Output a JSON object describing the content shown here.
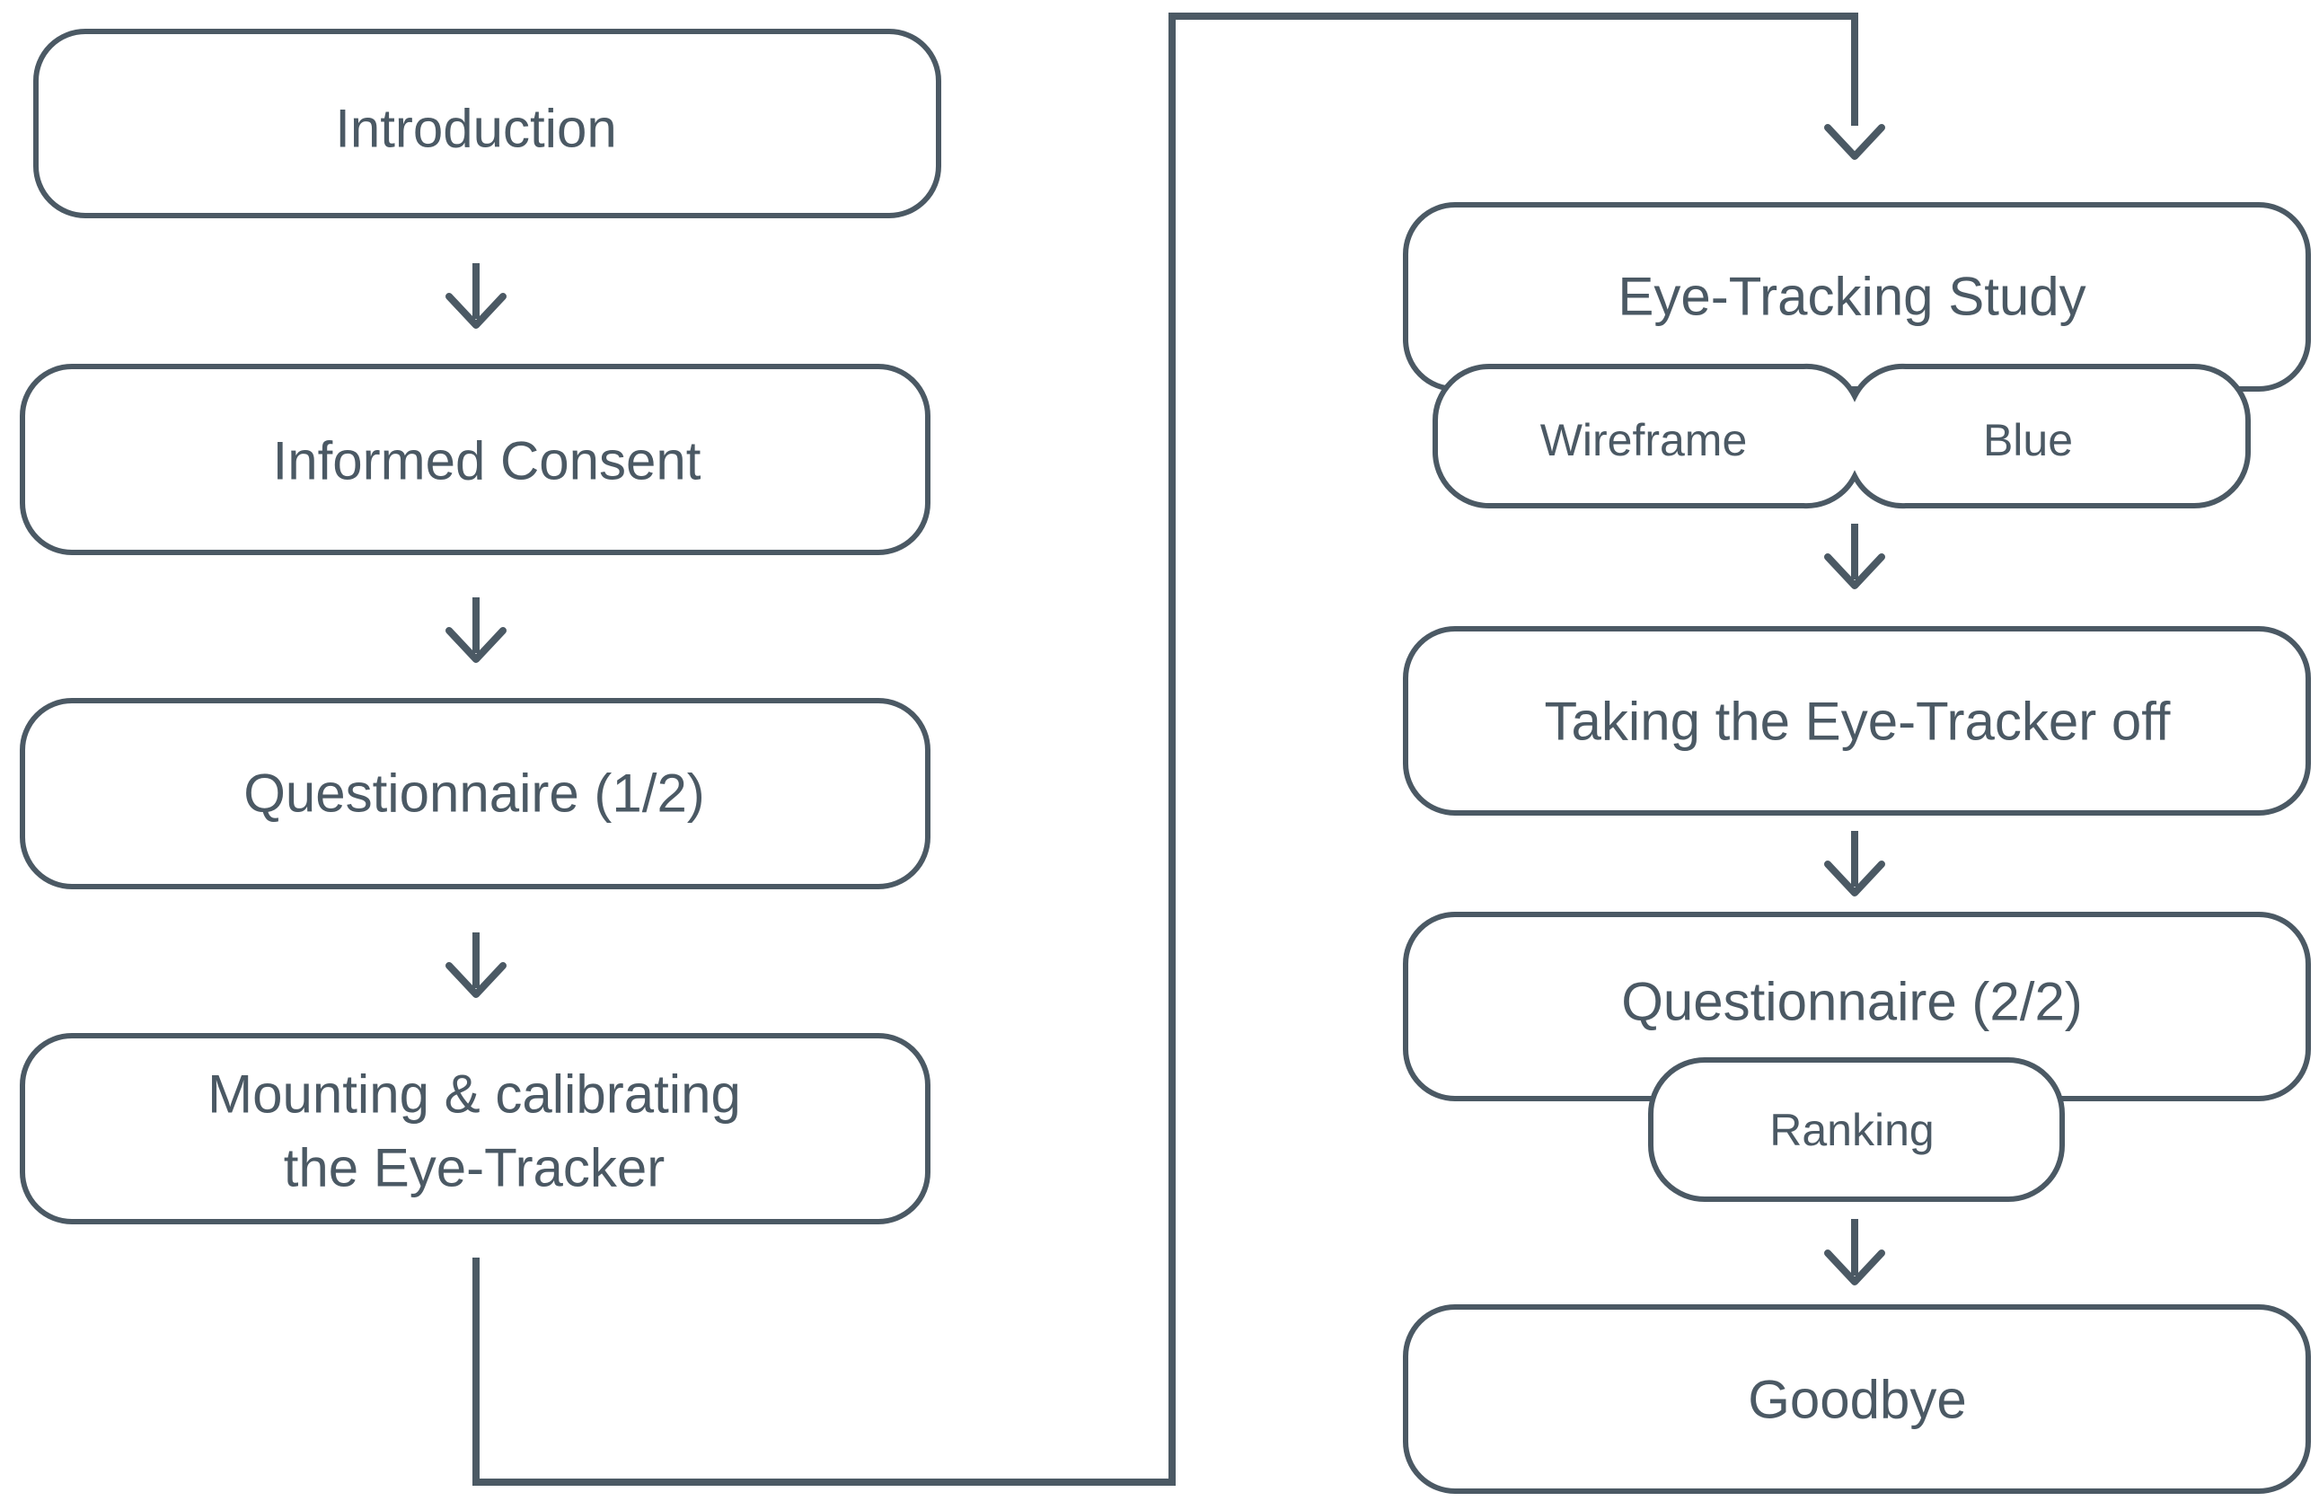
{
  "colors": {
    "stroke": "#4b5964",
    "text": "#4b5964",
    "background": "#ffffff"
  },
  "steps": {
    "introduction": "Introduction",
    "informed_consent": "Informed Consent",
    "questionnaire_1": "Questionnaire (1/2)",
    "mounting_line1": "Mounting & calibrating",
    "mounting_line2": "the Eye-Tracker",
    "eye_tracking_study": "Eye-Tracking Study",
    "condition_wireframe": "Wireframe",
    "condition_blue": "Blue",
    "taking_off": "Taking the Eye-Tracker off",
    "questionnaire_2": "Questionnaire (2/2)",
    "ranking": "Ranking",
    "goodbye": "Goodbye"
  }
}
